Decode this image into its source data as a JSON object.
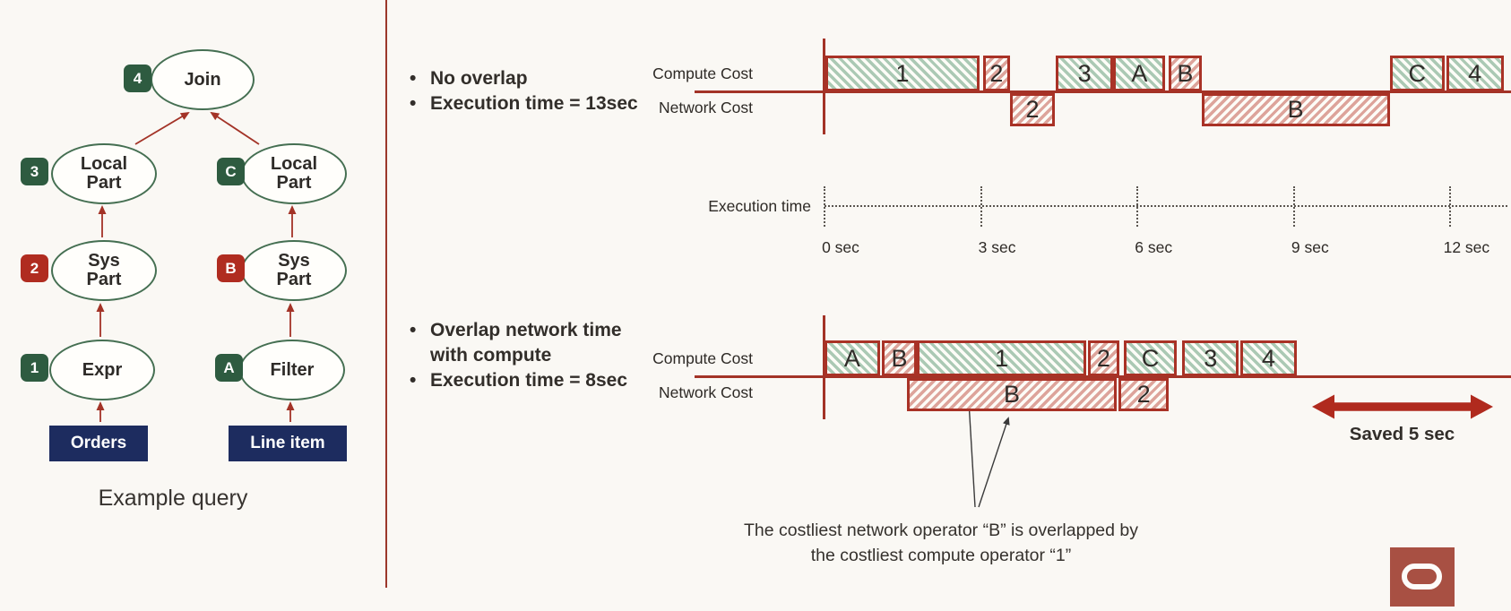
{
  "colors": {
    "background": "#faf8f4",
    "accent_red_border": "#a93226",
    "green_hatch": "#abc9b4",
    "red_hatch": "#dda49b",
    "badge_green": "#2e5b40",
    "badge_red": "#b02c20",
    "ellipse_stroke": "#456f52",
    "table_navy": "#1d2c5f",
    "saved_arrow_red": "#b02a1e",
    "logo_red": "#a85043",
    "text_dark": "#322e2a"
  },
  "tree": {
    "caption": "Example query",
    "nodes": [
      {
        "label": "Join",
        "badge": "4",
        "badge_color": "green"
      },
      {
        "label": "Local Part",
        "badge": "3",
        "badge_color": "green"
      },
      {
        "label": "Local Part",
        "badge": "C",
        "badge_color": "green"
      },
      {
        "label": "Sys Part",
        "badge": "2",
        "badge_color": "red"
      },
      {
        "label": "Sys Part",
        "badge": "B",
        "badge_color": "red"
      },
      {
        "label": "Expr",
        "badge": "1",
        "badge_color": "green"
      },
      {
        "label": "Filter",
        "badge": "A",
        "badge_color": "green"
      }
    ],
    "tables": [
      {
        "label": "Orders"
      },
      {
        "label": "Line item"
      }
    ]
  },
  "timelines": [
    {
      "bullets": [
        "No overlap",
        "Execution time = 13sec"
      ],
      "compute_label": "Compute Cost",
      "network_label": "Network Cost"
    },
    {
      "bullets": [
        "Overlap network time with compute",
        "Execution time = 8sec"
      ],
      "compute_label": "Compute Cost",
      "network_label": "Network Cost"
    }
  ],
  "axis": {
    "label": "Execution time",
    "ticks": [
      "0 sec",
      "3 sec",
      "6 sec",
      "9 sec",
      "12 sec"
    ],
    "tick_seconds": [
      0,
      3,
      6,
      9,
      12
    ],
    "unit": "sec"
  },
  "saved_label": "Saved 5 sec",
  "annotation": [
    "The costliest network operator “B” is overlapped by",
    "the costliest compute operator “1”"
  ],
  "chart_data": [
    {
      "type": "gantt-timeline",
      "title": "No overlap",
      "execution_time_sec": 13,
      "xaxis": {
        "label": "Execution time",
        "ticks": [
          0,
          3,
          6,
          9,
          12
        ],
        "unit": "sec"
      },
      "rows": [
        {
          "name": "Compute Cost",
          "bars": [
            {
              "op": "1",
              "color": "green",
              "start": 0,
              "duration": 2.95
            },
            {
              "op": "2",
              "color": "red",
              "start": 3.02,
              "duration": 0.52
            },
            {
              "op": "3",
              "color": "green",
              "start": 4.42,
              "duration": 1.1
            },
            {
              "op": "A",
              "color": "green",
              "start": 5.52,
              "duration": 1.0
            },
            {
              "op": "B",
              "color": "red",
              "start": 6.58,
              "duration": 0.63
            },
            {
              "op": "C",
              "color": "green",
              "start": 10.82,
              "duration": 1.05
            },
            {
              "op": "4",
              "color": "green",
              "start": 11.9,
              "duration": 1.1
            }
          ]
        },
        {
          "name": "Network Cost",
          "bars": [
            {
              "op": "2",
              "color": "red",
              "start": 3.54,
              "duration": 0.86
            },
            {
              "op": "B",
              "color": "red",
              "start": 7.21,
              "duration": 3.61
            }
          ]
        }
      ]
    },
    {
      "type": "gantt-timeline",
      "title": "Overlap network time with compute",
      "execution_time_sec": 8,
      "xaxis": {
        "label": "Execution time",
        "ticks": [
          0,
          3,
          6,
          9,
          12
        ],
        "unit": "sec"
      },
      "rows": [
        {
          "name": "Compute Cost",
          "bars": [
            {
              "op": "A",
              "color": "green",
              "start": 0,
              "duration": 1.06
            },
            {
              "op": "B",
              "color": "red",
              "start": 1.1,
              "duration": 0.67
            },
            {
              "op": "1",
              "color": "green",
              "start": 1.77,
              "duration": 3.25
            },
            {
              "op": "2",
              "color": "red",
              "start": 5.05,
              "duration": 0.6
            },
            {
              "op": "C",
              "color": "green",
              "start": 5.73,
              "duration": 1.03
            },
            {
              "op": "3",
              "color": "green",
              "start": 6.86,
              "duration": 1.08
            },
            {
              "op": "4",
              "color": "green",
              "start": 7.97,
              "duration": 1.08
            }
          ]
        },
        {
          "name": "Network Cost",
          "bars": [
            {
              "op": "B",
              "color": "red",
              "start": 1.58,
              "duration": 4.02
            },
            {
              "op": "2",
              "color": "red",
              "start": 5.64,
              "duration": 0.96
            }
          ]
        }
      ]
    }
  ]
}
